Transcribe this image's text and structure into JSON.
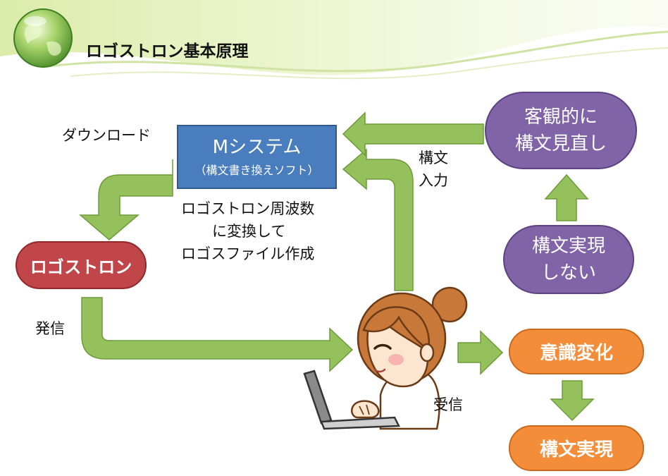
{
  "header": {
    "title": "ロゴストロン基本原理"
  },
  "nodes": {
    "m_system": {
      "title": "Mシステム",
      "subtitle": "（構文書き換えソフト）"
    },
    "logostron": {
      "label": "ロゴストロン"
    },
    "objective_review": {
      "line1": "客観的に",
      "line2": "構文見直し"
    },
    "not_realized": {
      "line1": "構文実現",
      "line2": "しない"
    },
    "awareness_change": {
      "label": "意識変化"
    },
    "realized": {
      "label": "構文実現"
    }
  },
  "labels": {
    "download": "ダウンロード",
    "convert_line1": "ロゴストロン周波数",
    "convert_line2": "に変換して",
    "convert_line3": "ロゴスファイル作成",
    "send": "発信",
    "receive": "受信",
    "input_line1": "構文",
    "input_line2": "入力"
  },
  "colors": {
    "arrow": "#94c15b",
    "arrow_stroke": "#6f9a3c",
    "m_system": "#4a7dbd",
    "logostron": "#c0464a",
    "purple": "#8163a8",
    "orange": "#f48d3a"
  },
  "icons": [
    "globe-icon",
    "woman-with-laptop-illustration"
  ]
}
